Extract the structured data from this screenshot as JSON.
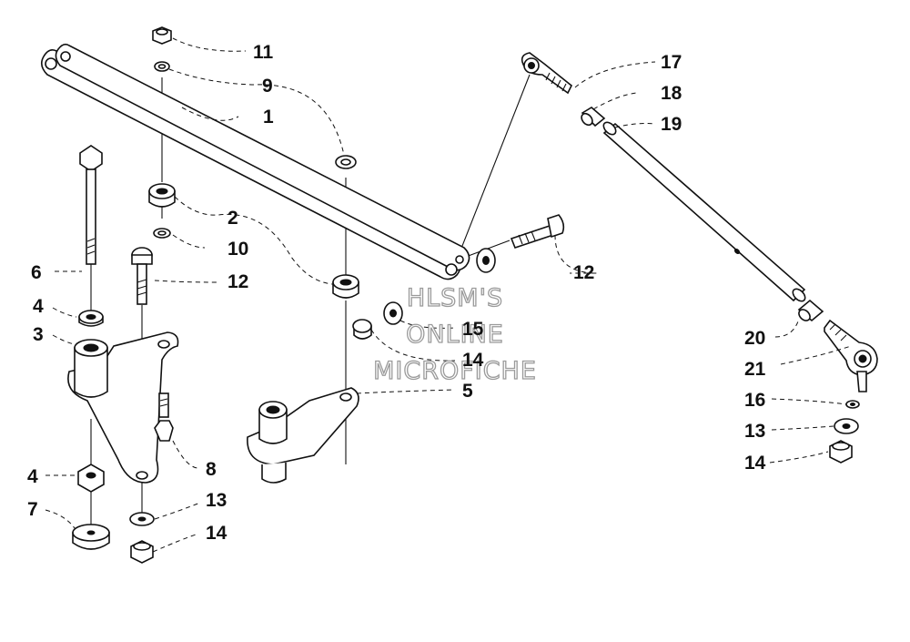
{
  "watermark": [
    "HLSM'S",
    "ONLINE",
    "MICROFICHE"
  ],
  "callouts": [
    {
      "id": "c11",
      "text": "11"
    },
    {
      "id": "c9",
      "text": "9"
    },
    {
      "id": "c1",
      "text": "1"
    },
    {
      "id": "c2",
      "text": "2"
    },
    {
      "id": "c10",
      "text": "10"
    },
    {
      "id": "c6",
      "text": "6"
    },
    {
      "id": "c12a",
      "text": "12"
    },
    {
      "id": "c4a",
      "text": "4"
    },
    {
      "id": "c3",
      "text": "3"
    },
    {
      "id": "c15",
      "text": "15"
    },
    {
      "id": "c14a",
      "text": "14"
    },
    {
      "id": "c5",
      "text": "5"
    },
    {
      "id": "c8",
      "text": "8"
    },
    {
      "id": "c4b",
      "text": "4"
    },
    {
      "id": "c13a",
      "text": "13"
    },
    {
      "id": "c7",
      "text": "7"
    },
    {
      "id": "c14b",
      "text": "14"
    },
    {
      "id": "c12b",
      "text": "12"
    },
    {
      "id": "c17",
      "text": "17"
    },
    {
      "id": "c18",
      "text": "18"
    },
    {
      "id": "c19",
      "text": "19"
    },
    {
      "id": "c20",
      "text": "20"
    },
    {
      "id": "c21",
      "text": "21"
    },
    {
      "id": "c16",
      "text": "16"
    },
    {
      "id": "c13b",
      "text": "13"
    },
    {
      "id": "c14c",
      "text": "14"
    }
  ]
}
